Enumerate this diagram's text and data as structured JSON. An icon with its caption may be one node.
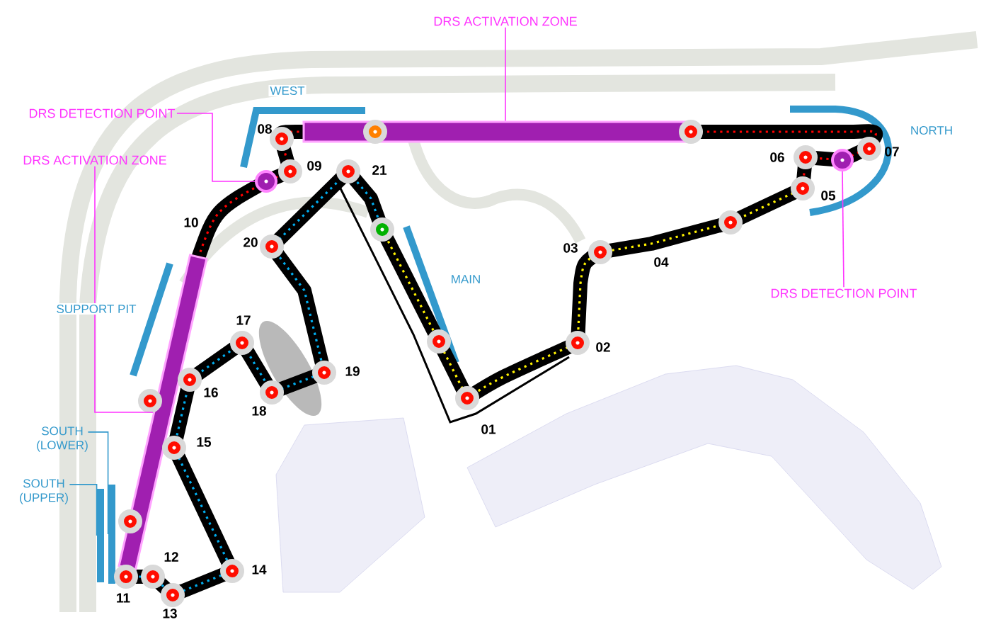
{
  "diagram": {
    "nodes": [
      {
        "text": [
          "DRS ACTIVATION ZONE"
        ]
      },
      {
        "text": [
          "DRS DETECTION POINT"
        ]
      },
      {
        "text": [
          "DRS ACTIVATION ZONE"
        ]
      },
      {
        "text": [
          "DRS DETECTION POINT"
        ]
      },
      {
        "text": [],
        "shape": "bar"
      },
      {
        "text": [],
        "shape": "circle"
      },
      {
        "text": [],
        "shape": "bar"
      },
      {
        "text": [],
        "shape": "circle"
      },
      {
        "text": [
          "SOUTH (LOWER)"
        ]
      },
      {
        "text": [
          "SOUTH (UPPER)"
        ]
      },
      {
        "text": [],
        "shape": "bar"
      },
      {
        "text": [],
        "shape": "bar"
      }
    ],
    "edges": [
      {
        "from": 0,
        "to": 4,
        "arrow": "none"
      },
      {
        "from": 1,
        "to": 5,
        "arrow": "none"
      },
      {
        "from": 2,
        "to": 6,
        "arrow": "none"
      },
      {
        "from": 3,
        "to": 7,
        "arrow": "none"
      },
      {
        "from": 8,
        "to": 10,
        "arrow": "none",
        "color": "#3399cc"
      },
      {
        "from": 9,
        "to": 11,
        "arrow": "none",
        "color": "#3399cc"
      }
    ],
    "labels": [
      "WEST",
      "NORTH",
      "08",
      "06",
      "07",
      "09",
      "21",
      "05",
      "10",
      "20",
      "03",
      "04",
      "MAIN",
      "SUPPORT PIT",
      "17",
      "02",
      "19",
      "16",
      "18",
      "01",
      "15",
      "12",
      "14",
      "11",
      "13"
    ]
  }
}
